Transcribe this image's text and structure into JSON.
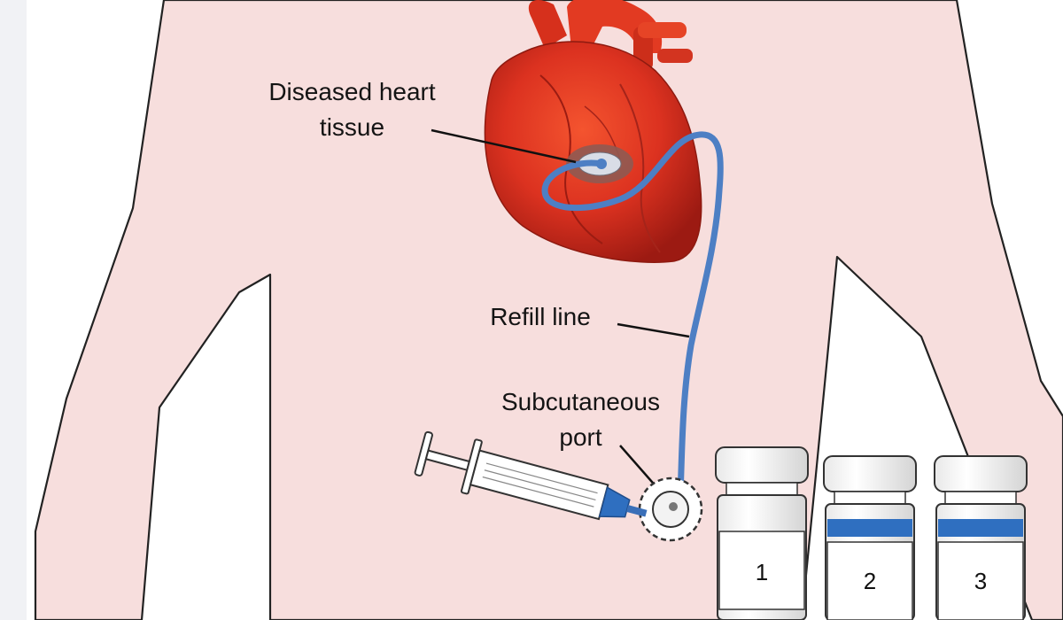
{
  "labels": {
    "diseased_line1": "Diseased heart",
    "diseased_line2": "tissue",
    "refill_line": "Refill line",
    "port_line1": "Subcutaneous",
    "port_line2": "port"
  },
  "vials": [
    {
      "number": "1",
      "band": false
    },
    {
      "number": "2",
      "band": true
    },
    {
      "number": "3",
      "band": true
    }
  ],
  "colors": {
    "skin": "#f7dedd",
    "outline": "#222222",
    "heart": "#d8321e",
    "tube": "#4d7fc4",
    "vial_band": "#2f6fc0"
  }
}
